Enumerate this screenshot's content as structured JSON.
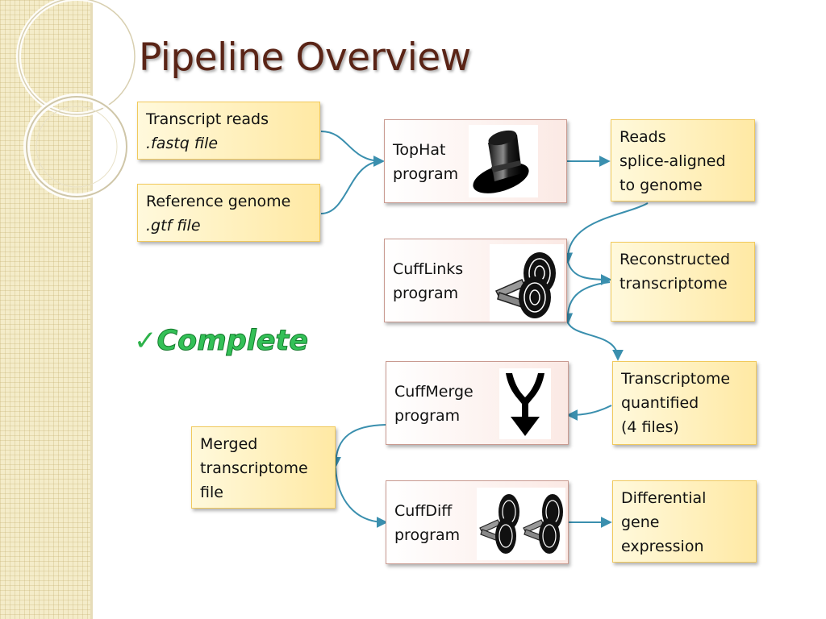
{
  "title": "Pipeline Overview",
  "status": {
    "check": "✓",
    "label": "Complete"
  },
  "inputs": {
    "reads": {
      "line1": "Transcript reads",
      "line2": ".fastq file"
    },
    "genome": {
      "line1": "Reference genome",
      "line2": ".gtf file"
    }
  },
  "programs": {
    "tophat": {
      "line1": "TopHat",
      "line2": "program",
      "icon": "top-hat-icon"
    },
    "cufflinks": {
      "line1": "CuffLinks",
      "line2": "program",
      "icon": "cufflinks-icon"
    },
    "cuffmerge": {
      "line1": "CuffMerge",
      "line2": "program",
      "icon": "merge-arrow-icon"
    },
    "cuffdiff": {
      "line1": "CuffDiff",
      "line2": "program",
      "icon": "cufflinks-pair-icon"
    }
  },
  "outputs": {
    "aligned": {
      "line1": "Reads",
      "line2": "splice-aligned",
      "line3": "to genome"
    },
    "transcriptome": {
      "line1": "Reconstructed",
      "line2": "transcriptome"
    },
    "quantified": {
      "line1": "Transcriptome",
      "line2": "quantified",
      "line3": "(4 files)"
    },
    "merged": {
      "line1": "Merged",
      "line2": "transcriptome",
      "line3": "file"
    },
    "diff": {
      "line1": "Differential",
      "line2": "gene",
      "line3": "expression"
    }
  },
  "colors": {
    "title": "#5a2416",
    "arrow": "#3a8fae",
    "complete": "#33c057",
    "file_box": "#ffe9a4",
    "program_box": "#fbe9e4"
  }
}
